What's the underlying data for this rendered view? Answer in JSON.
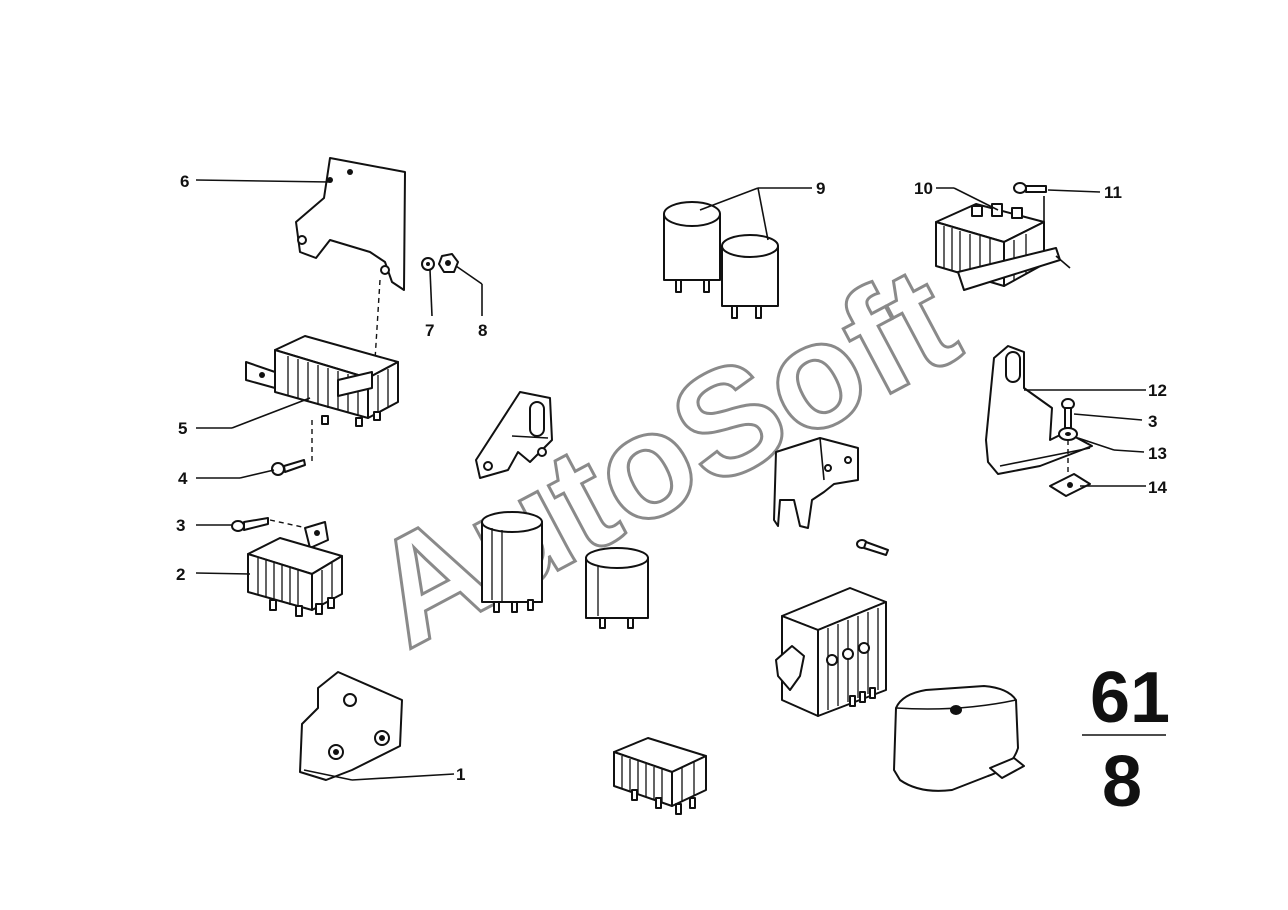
{
  "watermark": "AutoSoft",
  "section": {
    "group": "61",
    "sub": "8"
  },
  "callouts": {
    "c1": "1",
    "c2": "2",
    "c3a": "3",
    "c3b": "3",
    "c4": "4",
    "c5": "5",
    "c6": "6",
    "c7": "7",
    "c8": "8",
    "c9": "9",
    "c10": "10",
    "c11": "11",
    "c12": "12",
    "c13": "13",
    "c14": "14"
  }
}
